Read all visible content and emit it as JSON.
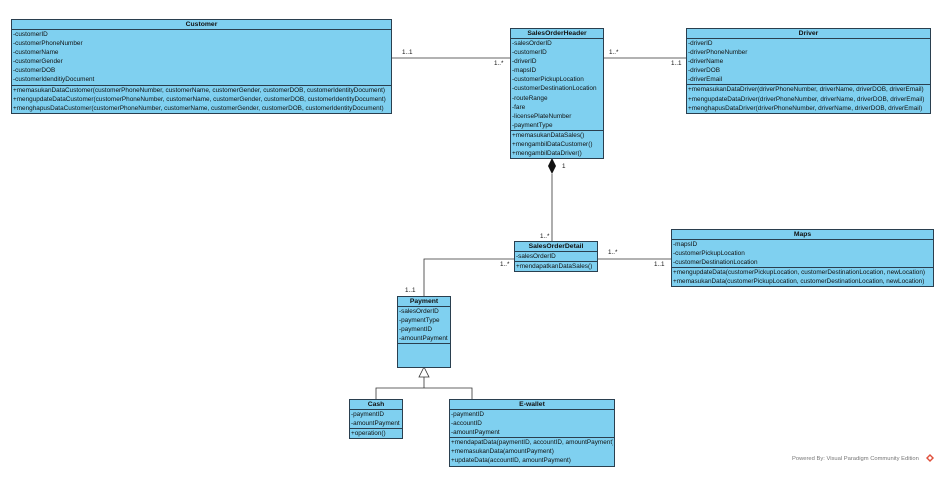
{
  "classes": {
    "customer": {
      "name": "Customer",
      "attributes": [
        "-customerID",
        "-customerPhoneNumber",
        "-customerName",
        "-customerGender",
        "-customerDOB",
        "-customerIdenditiyDocument"
      ],
      "operations": [
        "+memasukanDataCustomer(customerPhoneNumber, customerName, customerGender, customerDOB, customerIdentityDocument)",
        "+mengupdateDataCustomer(customerPhoneNumber, customerName, customerGender, customerDOB, customerIdentityDocument)",
        "+menghapusDataCustomer(customerPhoneNumber, customerName, customerGender, customerDOB, customerIdentityDocument)"
      ]
    },
    "header": {
      "name": "SalesOrderHeader",
      "attributes": [
        "-salesOrderID",
        "-customerID",
        "-driverID",
        "-mapsID",
        "-customerPickupLocation",
        "-customerDestinationLocation",
        "-routeRange",
        "-fare",
        "-licensePlateNumber",
        "-paymentType"
      ],
      "operations": [
        "+memasukanDataSales()",
        "+mengambilDataCustomer()",
        "+mengambilDataDriver()"
      ]
    },
    "driver": {
      "name": "Driver",
      "attributes": [
        "-driverID",
        "-driverPhoneNumber",
        "-driverName",
        "-driverDOB",
        "-driverEmail"
      ],
      "operations": [
        "+memasukanDataDriver(driverPhoneNumber, driverName, driverDOB, driverEmail)",
        "+mengupdateDataDriver(driverPhoneNumber, driverName, driverDOB, driverEmail)",
        "+menghapusDataDriver(driverPhoneNumber, driverName, driverDOB, driverEmail)"
      ]
    },
    "detail": {
      "name": "SalesOrderDetail",
      "attributes": [
        "-salesOrderID"
      ],
      "operations": [
        "+mendapatkanDataSales()"
      ]
    },
    "maps": {
      "name": "Maps",
      "attributes": [
        "-mapsID",
        "-customerPickupLocation",
        "-customerDestinationLocation"
      ],
      "operations": [
        "+mengupdateData(customerPickupLocation, customerDestinationLocation, newLocation)",
        "+memasukanData(customerPickupLocation, customerDestinationLocation, newLocation)"
      ]
    },
    "payment": {
      "name": "Payment",
      "attributes": [
        "-salesOrderID",
        "-paymentType",
        "-paymentID",
        "-amountPayment"
      ],
      "operations": []
    },
    "cash": {
      "name": "Cash",
      "attributes": [
        "-paymentID",
        "-amountPayment"
      ],
      "operations": [
        "+operation()"
      ]
    },
    "ewallet": {
      "name": "E-wallet",
      "attributes": [
        "-paymentID",
        "-accountID",
        "-amountPayment"
      ],
      "operations": [
        "+mendapatData(paymentID, accountID, amountPayment)",
        "+memasukanData(amountPayment)",
        "+updateData(accountID, amountPayment)"
      ]
    }
  },
  "multiplicities": {
    "customer_end": "1..1",
    "header_customer_end": "1..*",
    "header_driver_end": "1..*",
    "driver_end": "1..1",
    "header_comp_end": "1",
    "detail_comp_end": "1..*",
    "detail_payment_end": "1..*",
    "payment_end": "1..1",
    "detail_maps_end": "1..*",
    "maps_end": "1..1"
  },
  "footer": {
    "credit": "Powered By: Visual Paradigm Community Edition"
  },
  "colors": {
    "class_fill": "#7fd0f0",
    "border": "#2a3f4f",
    "credit_icon": "#e0503c"
  }
}
